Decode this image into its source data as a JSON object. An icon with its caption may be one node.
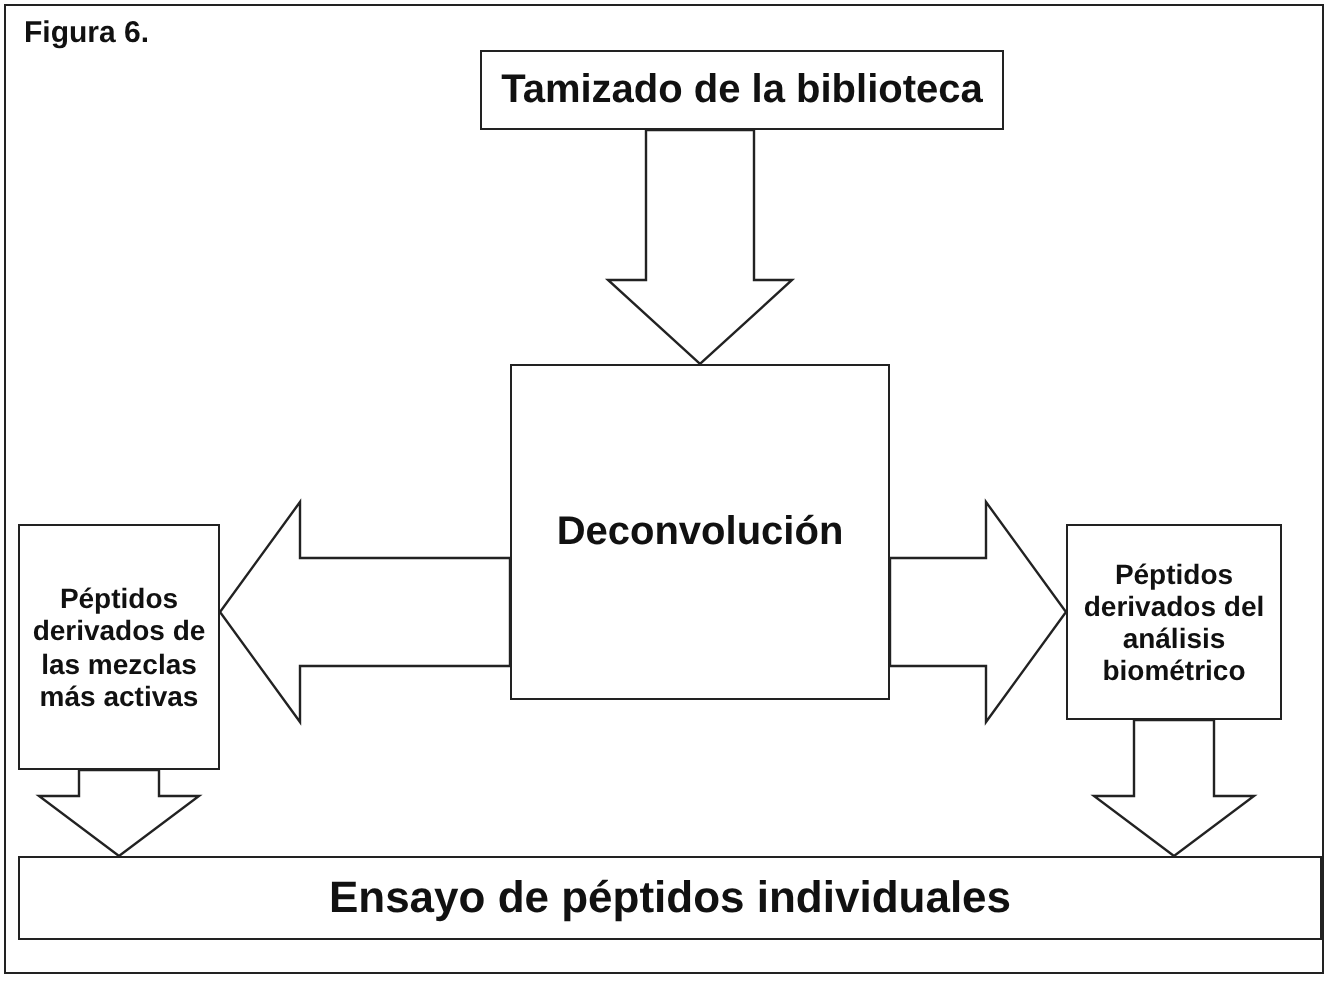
{
  "diagram": {
    "nodes": [
      {
        "text": [
          "Tamizado de la biblioteca"
        ]
      },
      {
        "text": [
          "Deconvolución"
        ]
      },
      {
        "text": [
          "Péptidos derivados de las mezclas más activas"
        ]
      },
      {
        "text": [
          "Péptidos derivados del análisis biométrico"
        ]
      },
      {
        "text": [
          "Ensayo de péptidos individuales"
        ]
      }
    ],
    "edges": [
      {
        "from": 0,
        "to": 1,
        "arrow": "to"
      },
      {
        "from": 1,
        "to": 2,
        "arrow": "to"
      },
      {
        "from": 1,
        "to": 3,
        "arrow": "to"
      },
      {
        "from": 2,
        "to": 4,
        "arrow": "to"
      },
      {
        "from": 3,
        "to": 4,
        "arrow": "to"
      }
    ],
    "labels": [
      "Figura 6."
    ]
  }
}
